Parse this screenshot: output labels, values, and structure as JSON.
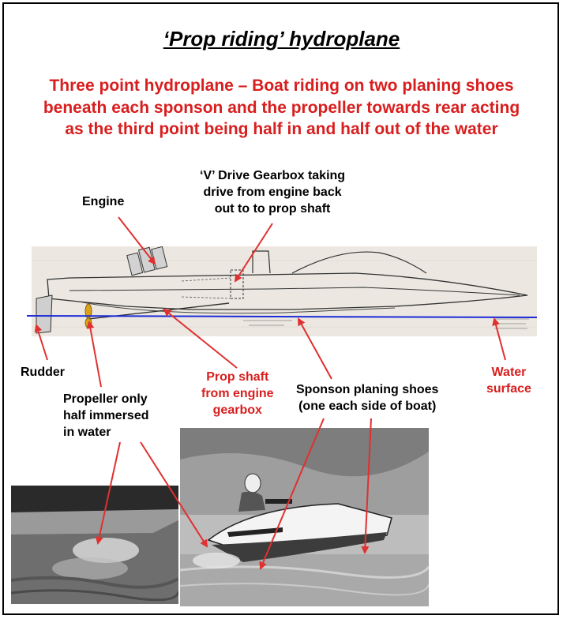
{
  "title": "‘Prop riding’ hydroplane",
  "subtitle": {
    "line1": "Three point hydroplane – Boat riding on two planing shoes",
    "line2": "beneath each sponson and the propeller towards rear acting",
    "line3": "as the third point being half in and half out of the water"
  },
  "labels": {
    "gearbox": {
      "line1": "‘V’ Drive Gearbox taking",
      "line2": "drive from engine back",
      "line3": "out to to prop shaft"
    },
    "engine": "Engine",
    "rudder": "Rudder",
    "prop_shaft": {
      "line1": "Prop shaft",
      "line2": "from engine",
      "line3": "gearbox"
    },
    "water_surface": {
      "line1": "Water",
      "line2": "surface"
    },
    "sponson": {
      "line1": "Sponson planing shoes",
      "line2": "(one each side of boat)"
    },
    "propeller": {
      "line1": "Propeller only",
      "line2": "half immersed",
      "line3": "in water"
    }
  },
  "colors": {
    "label_red": "#d81e1e",
    "arrow_red": "#e03030",
    "waterline_blue": "#1c2bd6",
    "propeller_gold": "#d9a21b"
  }
}
